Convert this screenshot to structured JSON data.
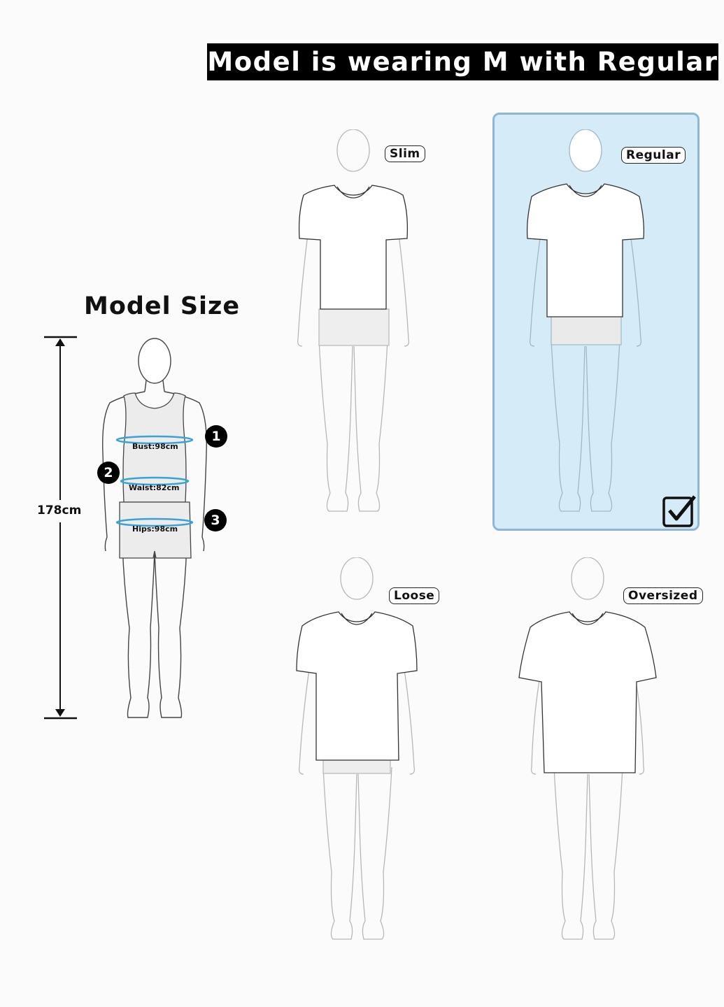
{
  "banner": {
    "text": "Model is wearing M with Regular"
  },
  "model": {
    "title": "Model Size",
    "height": "178cm",
    "measurements": [
      {
        "number": "1",
        "label": "Bust:98cm"
      },
      {
        "number": "2",
        "label": "Waist:82cm"
      },
      {
        "number": "3",
        "label": "Hips:98cm"
      }
    ]
  },
  "fits": [
    {
      "label": "Slim",
      "selected": false
    },
    {
      "label": "Regular",
      "selected": true
    },
    {
      "label": "Loose",
      "selected": false
    },
    {
      "label": "Oversized",
      "selected": false
    }
  ],
  "colors": {
    "banner_bg": "#000000",
    "selected_bg": "#d5ecf8",
    "selected_border": "#8fb6d9",
    "tape": "#3aa3d6"
  },
  "icons": {
    "selected_indicator": "checkbox-checked-icon"
  }
}
